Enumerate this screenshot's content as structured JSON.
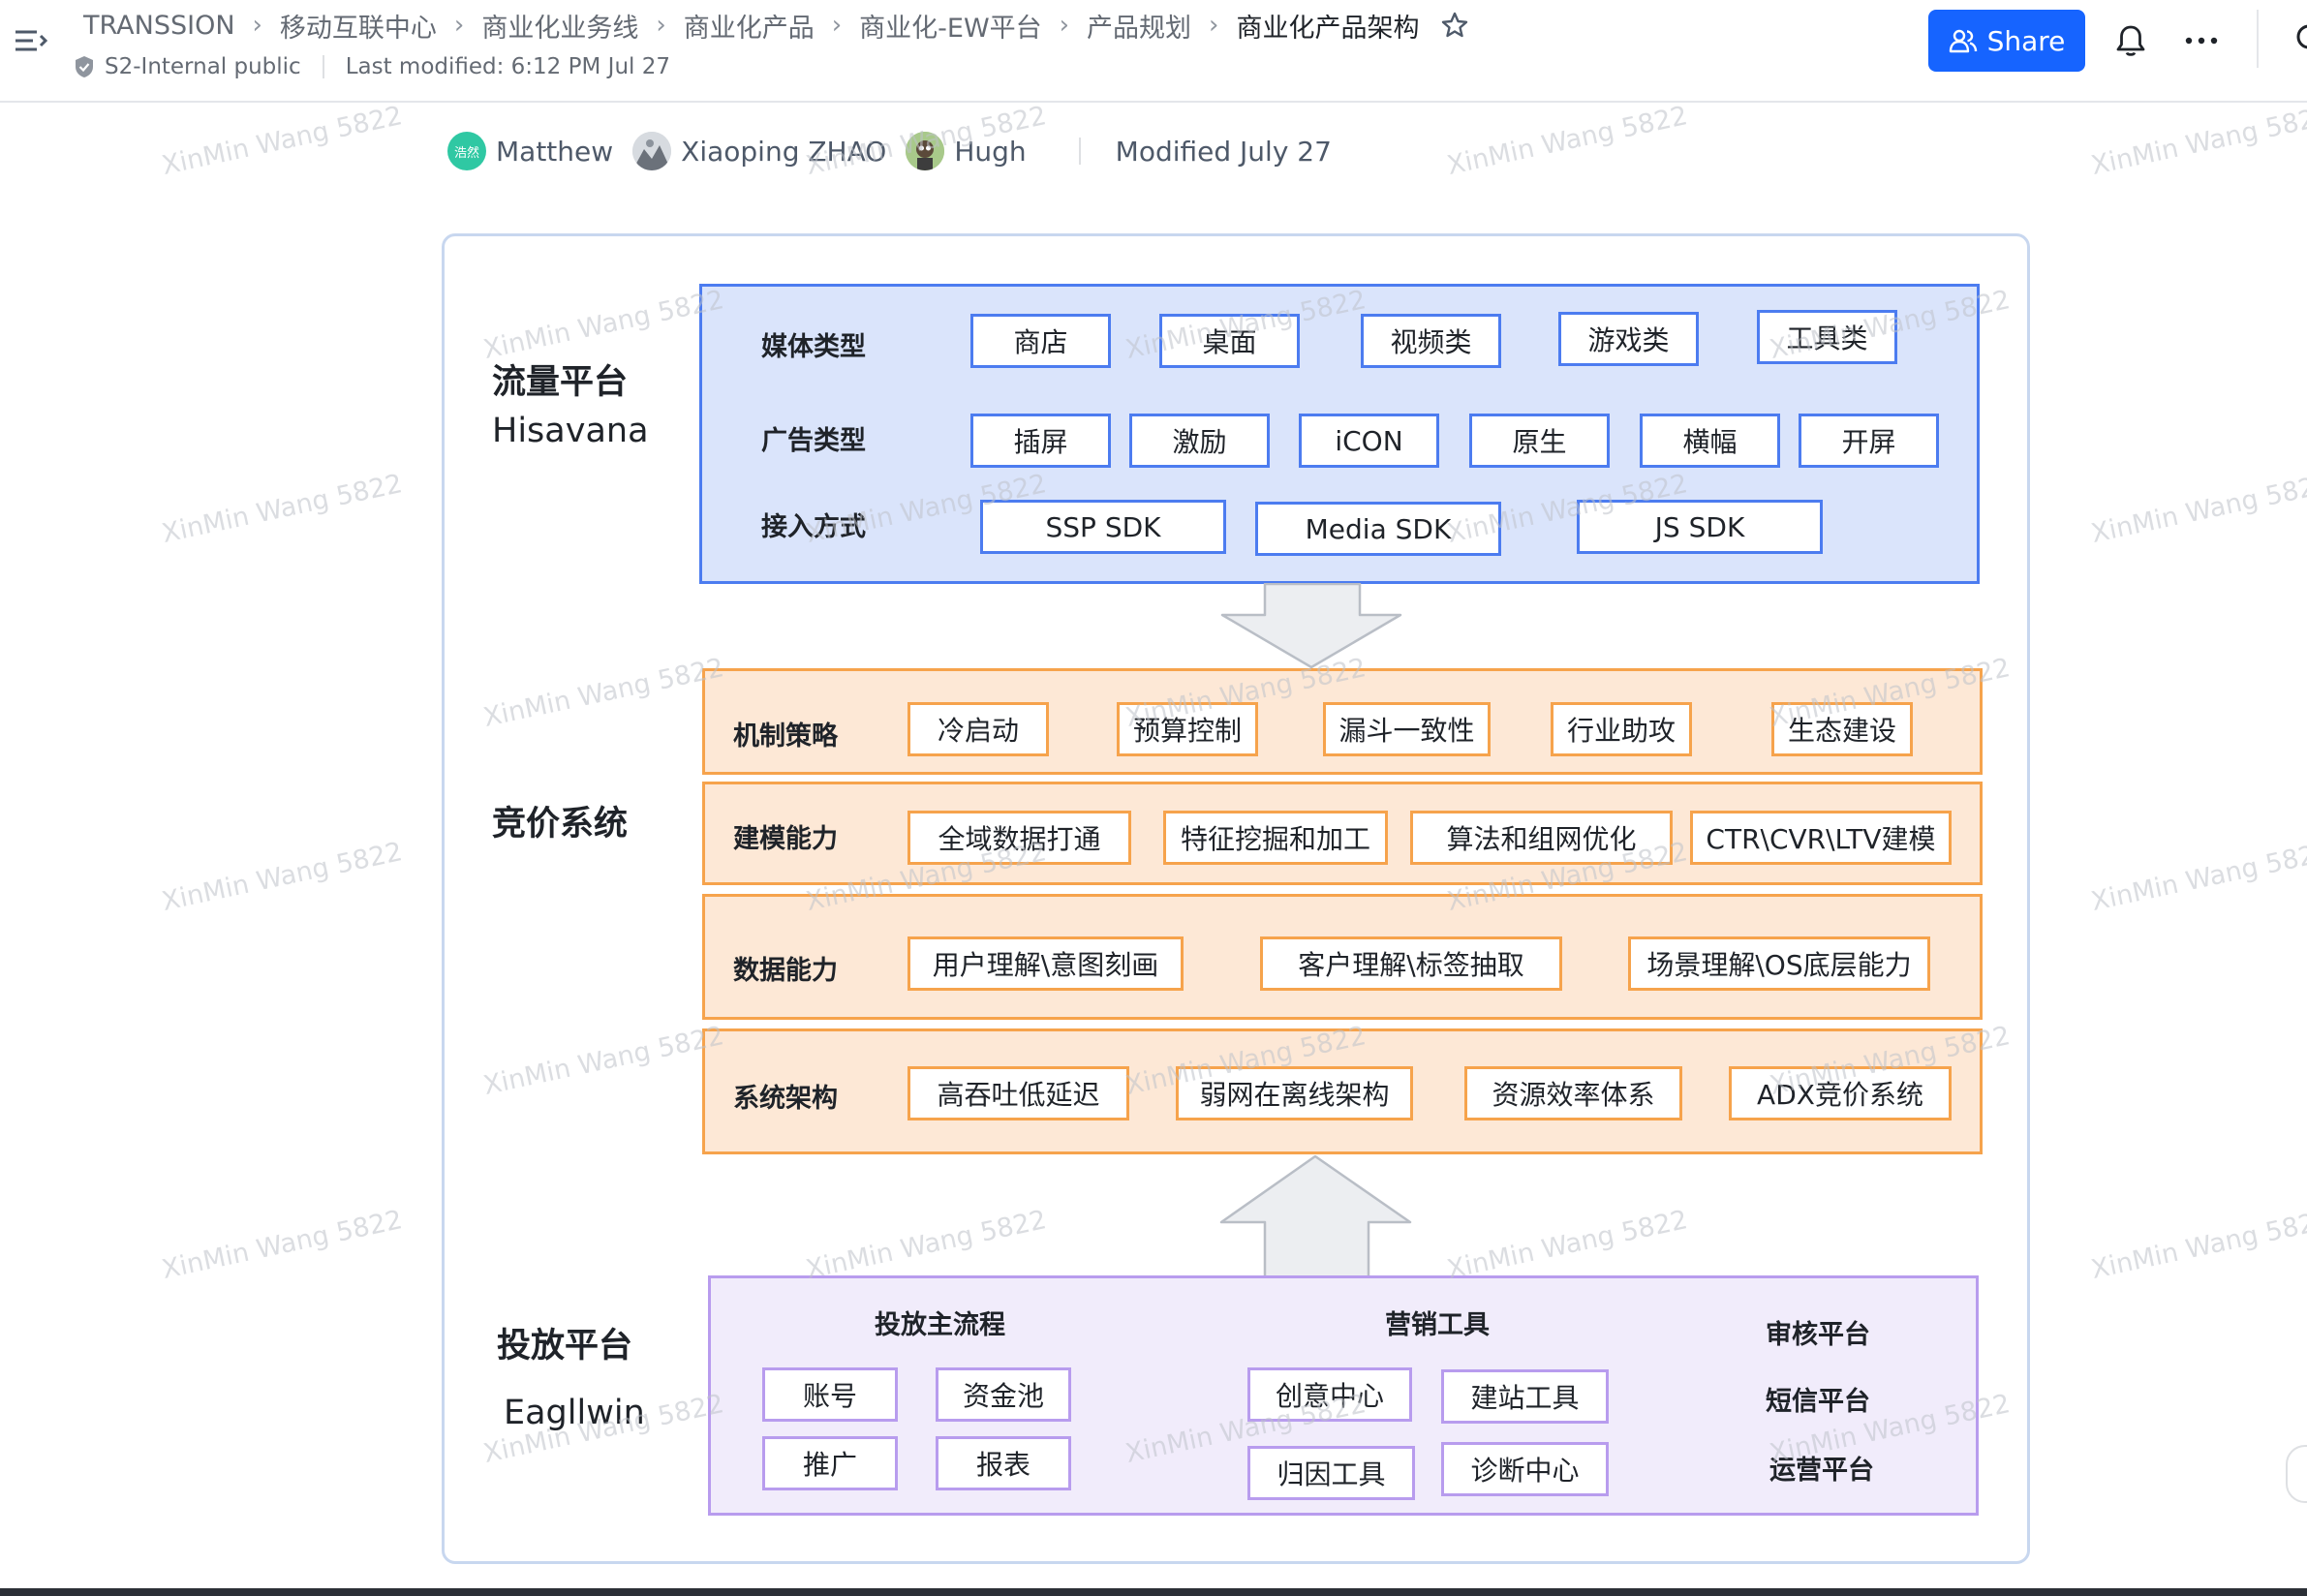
{
  "breadcrumb": {
    "items": [
      "TRANSSION",
      "移动互联中心",
      "商业化业务线",
      "商业化产品",
      "商业化-EW平台",
      "产品规划",
      "商业化产品架构"
    ]
  },
  "doc": {
    "security_label": "S2-Internal public",
    "last_modified": "Last modified: 6:12 PM Jul 27"
  },
  "toolbar": {
    "share_label": "Share"
  },
  "meta": {
    "contributors": [
      {
        "name": "Matthew",
        "avatar_text": "浩然",
        "avatar_color": "#2fc8a3"
      },
      {
        "name": "Xiaoping ZHAO",
        "avatar_text": "",
        "avatar_color": "#9aa0a8"
      },
      {
        "name": "Hugh",
        "avatar_text": "",
        "avatar_color": "#7aa35a"
      }
    ],
    "modified": "Modified July 27"
  },
  "diagram": {
    "traffic": {
      "title": "流量平台",
      "subtitle": "Hisavana",
      "rows": [
        {
          "label": "媒体类型",
          "tags": [
            "商店",
            "桌面",
            "视频类",
            "游戏类",
            "工具类"
          ]
        },
        {
          "label": "广告类型",
          "tags": [
            "插屏",
            "激励",
            "iCON",
            "原生",
            "横幅",
            "开屏"
          ]
        },
        {
          "label": "接入方式",
          "tags": [
            "SSP SDK",
            "Media SDK",
            "JS SDK"
          ]
        }
      ]
    },
    "bidding": {
      "title": "竞价系统",
      "rows": [
        {
          "label": "机制策略",
          "tags": [
            "冷启动",
            "预算控制",
            "漏斗一致性",
            "行业助攻",
            "生态建设"
          ]
        },
        {
          "label": "建模能力",
          "tags": [
            "全域数据打通",
            "特征挖掘和加工",
            "算法和组网优化",
            "CTR\\CVR\\LTV建模"
          ]
        },
        {
          "label": "数据能力",
          "tags": [
            "用户理解\\意图刻画",
            "客户理解\\标签抽取",
            "场景理解\\OS底层能力"
          ]
        },
        {
          "label": "系统架构",
          "tags": [
            "高吞吐低延迟",
            "弱网在离线架构",
            "资源效率体系",
            "ADX竞价系统"
          ]
        }
      ]
    },
    "delivery": {
      "title": "投放平台",
      "subtitle": "Eagllwin",
      "main_flow": {
        "title": "投放主流程",
        "tags": [
          "账号",
          "资金池",
          "推广",
          "报表"
        ]
      },
      "marketing": {
        "title": "营销工具",
        "tags": [
          "创意中心",
          "建站工具",
          "归因工具",
          "诊断中心"
        ]
      },
      "platforms": [
        "审核平台",
        "短信平台",
        "运营平台"
      ]
    }
  },
  "watermark": "XinMin Wang 5822",
  "colors": {
    "accent": "#1664ff",
    "traffic_fill": "#dae4fb",
    "traffic_border": "#4c7cf0",
    "bidding_fill": "#fde8d6",
    "bidding_border": "#f6a34c",
    "delivery_fill": "#f1ecfb",
    "delivery_border": "#b89cee"
  }
}
